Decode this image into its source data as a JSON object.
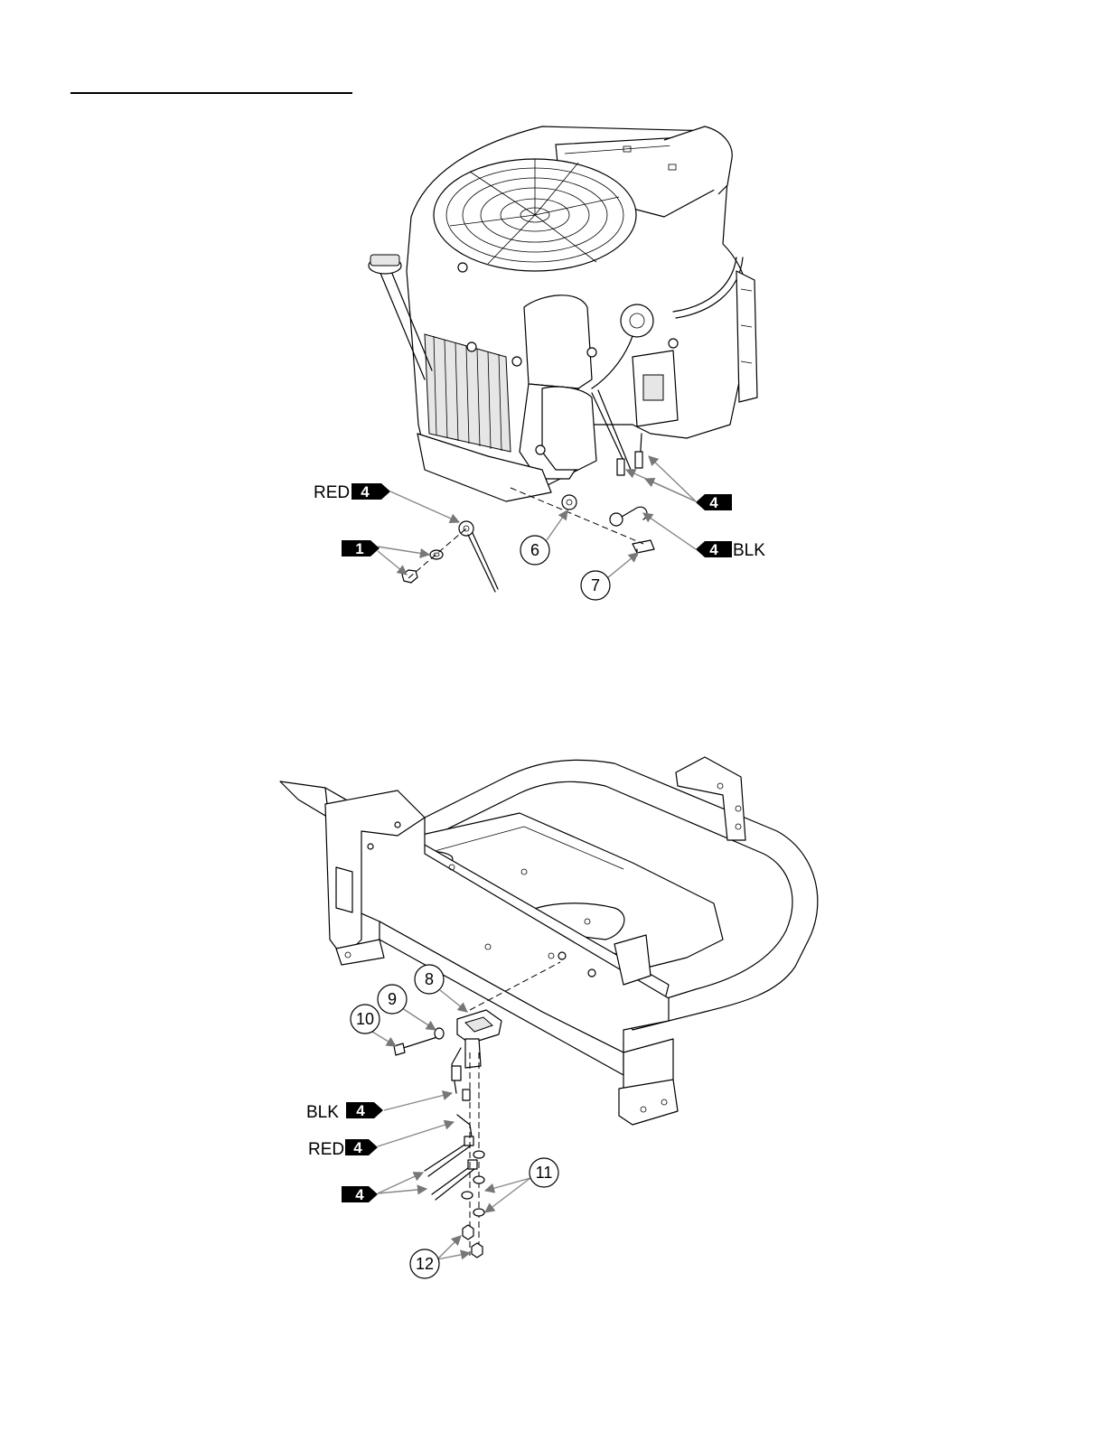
{
  "callouts": {
    "engine": {
      "red_text": "RED",
      "red_tag": "4",
      "tag_1": "1",
      "item_6": "6",
      "item_7": "7",
      "tag_4_right": "4",
      "blk_tag": "4",
      "blk_text": "BLK"
    },
    "frame": {
      "item_8": "8",
      "item_9": "9",
      "item_10": "10",
      "blk_text": "BLK",
      "blk_tag": "4",
      "red_text": "RED",
      "red_tag": "4",
      "tag_4_left": "4",
      "item_11": "11",
      "item_12": "12"
    }
  }
}
